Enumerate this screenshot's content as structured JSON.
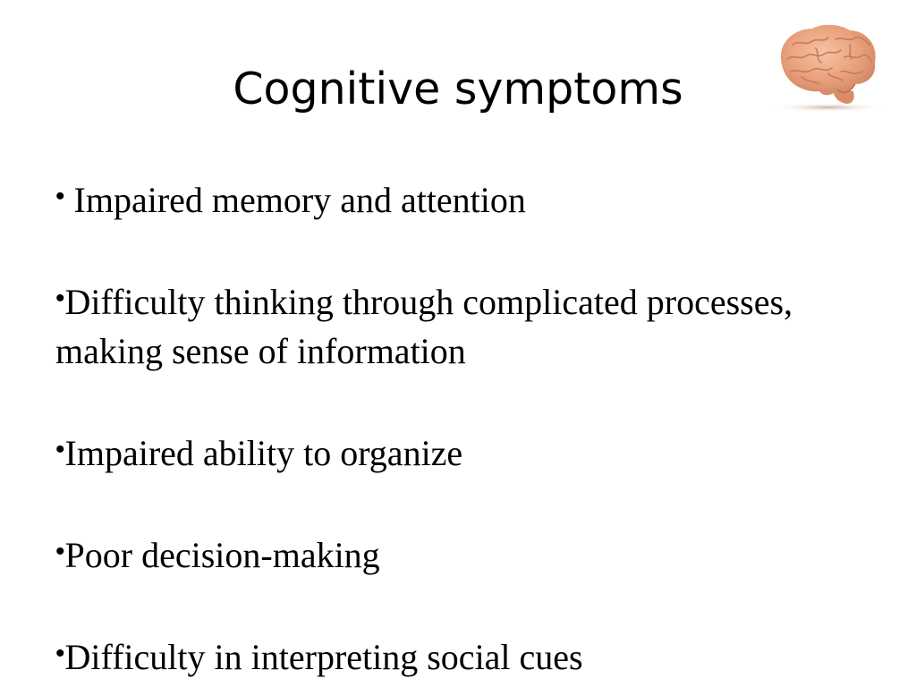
{
  "slide": {
    "title": "Cognitive symptoms",
    "bullet_symbol": "•",
    "bullets": [
      " Impaired memory and attention",
      "Difficulty thinking through complicated processes, making sense of information",
      "Impaired ability to organize",
      "Poor decision-making",
      "Difficulty in interpreting social cues"
    ]
  },
  "colors": {
    "text": "#000000",
    "background": "#ffffff",
    "brain_base": "#e8a07c",
    "brain_fold": "#c97a58",
    "brain_shadow": "#d9c2b4"
  }
}
